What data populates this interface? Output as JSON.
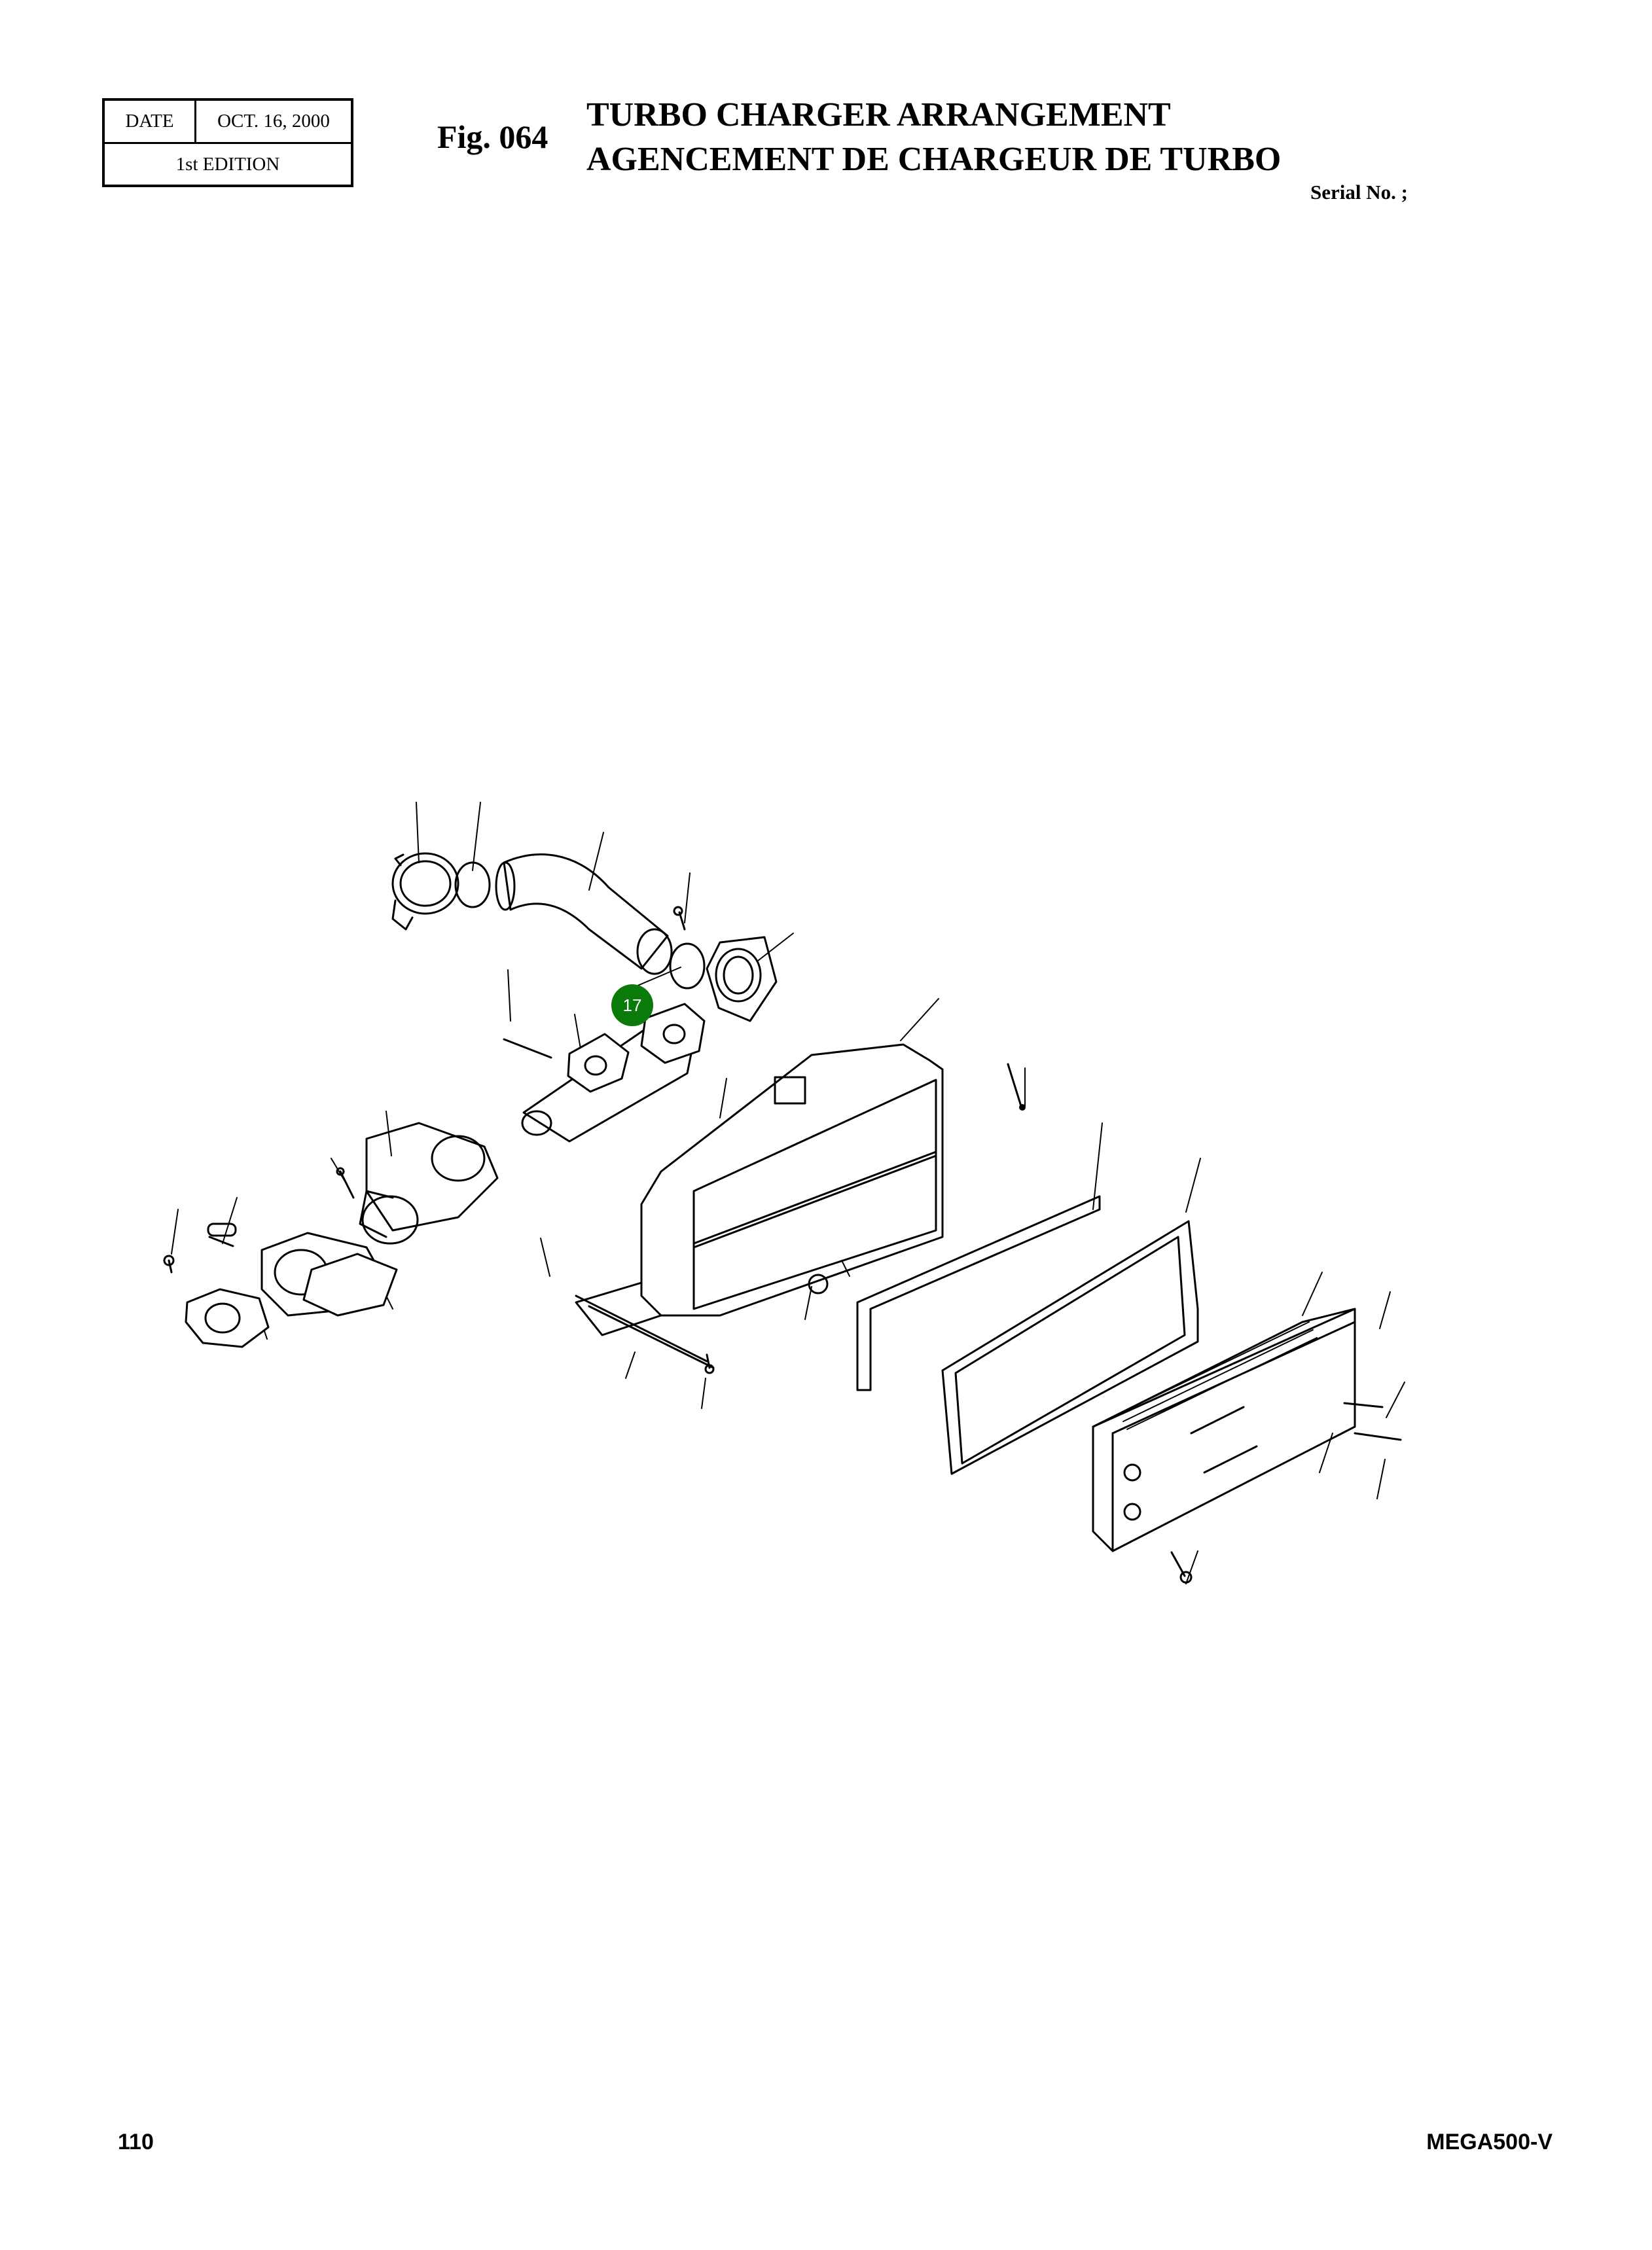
{
  "header": {
    "date_label": "DATE",
    "date_value": "OCT. 16, 2000",
    "edition": "1st EDITION",
    "figure_label": "Fig. 064",
    "title_en": "TURBO CHARGER ARRANGEMENT",
    "title_fr": "AGENCEMENT DE CHARGEUR DE TURBO",
    "serial": "Serial No. ;"
  },
  "diagram": {
    "callouts": [
      {
        "number": "17",
        "color": "#0a7a0a"
      }
    ]
  },
  "footer": {
    "page_number": "110",
    "model_code": "MEGA500-V"
  }
}
